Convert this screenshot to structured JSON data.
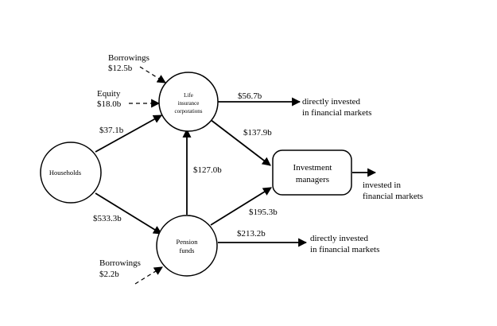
{
  "nodes": {
    "households": "Households",
    "life_insurance": [
      "Life",
      "insurance",
      "corporations"
    ],
    "pension_funds": [
      "Pension",
      "funds"
    ],
    "investment_managers": [
      "Investment",
      "managers"
    ]
  },
  "flows": {
    "borrowings_life_label": "Borrowings",
    "borrowings_life_value": "$12.5b",
    "equity_label": "Equity",
    "equity_value": "$18.0b",
    "households_to_life": "$37.1b",
    "households_to_pension": "$533.3b",
    "life_direct": "$56.7b",
    "life_to_managers": "$137.9b",
    "pension_to_life": "$127.0b",
    "pension_to_managers": "$195.3b",
    "pension_direct": "$213.2b",
    "borrowings_pension_label": "Borrowings",
    "borrowings_pension_value": "$2.2b"
  },
  "destinations": {
    "life_direct": [
      "directly invested",
      "in financial markets"
    ],
    "managers_invested": [
      "invested in",
      "financial markets"
    ],
    "pension_direct": [
      "directly invested",
      "in financial markets"
    ]
  }
}
